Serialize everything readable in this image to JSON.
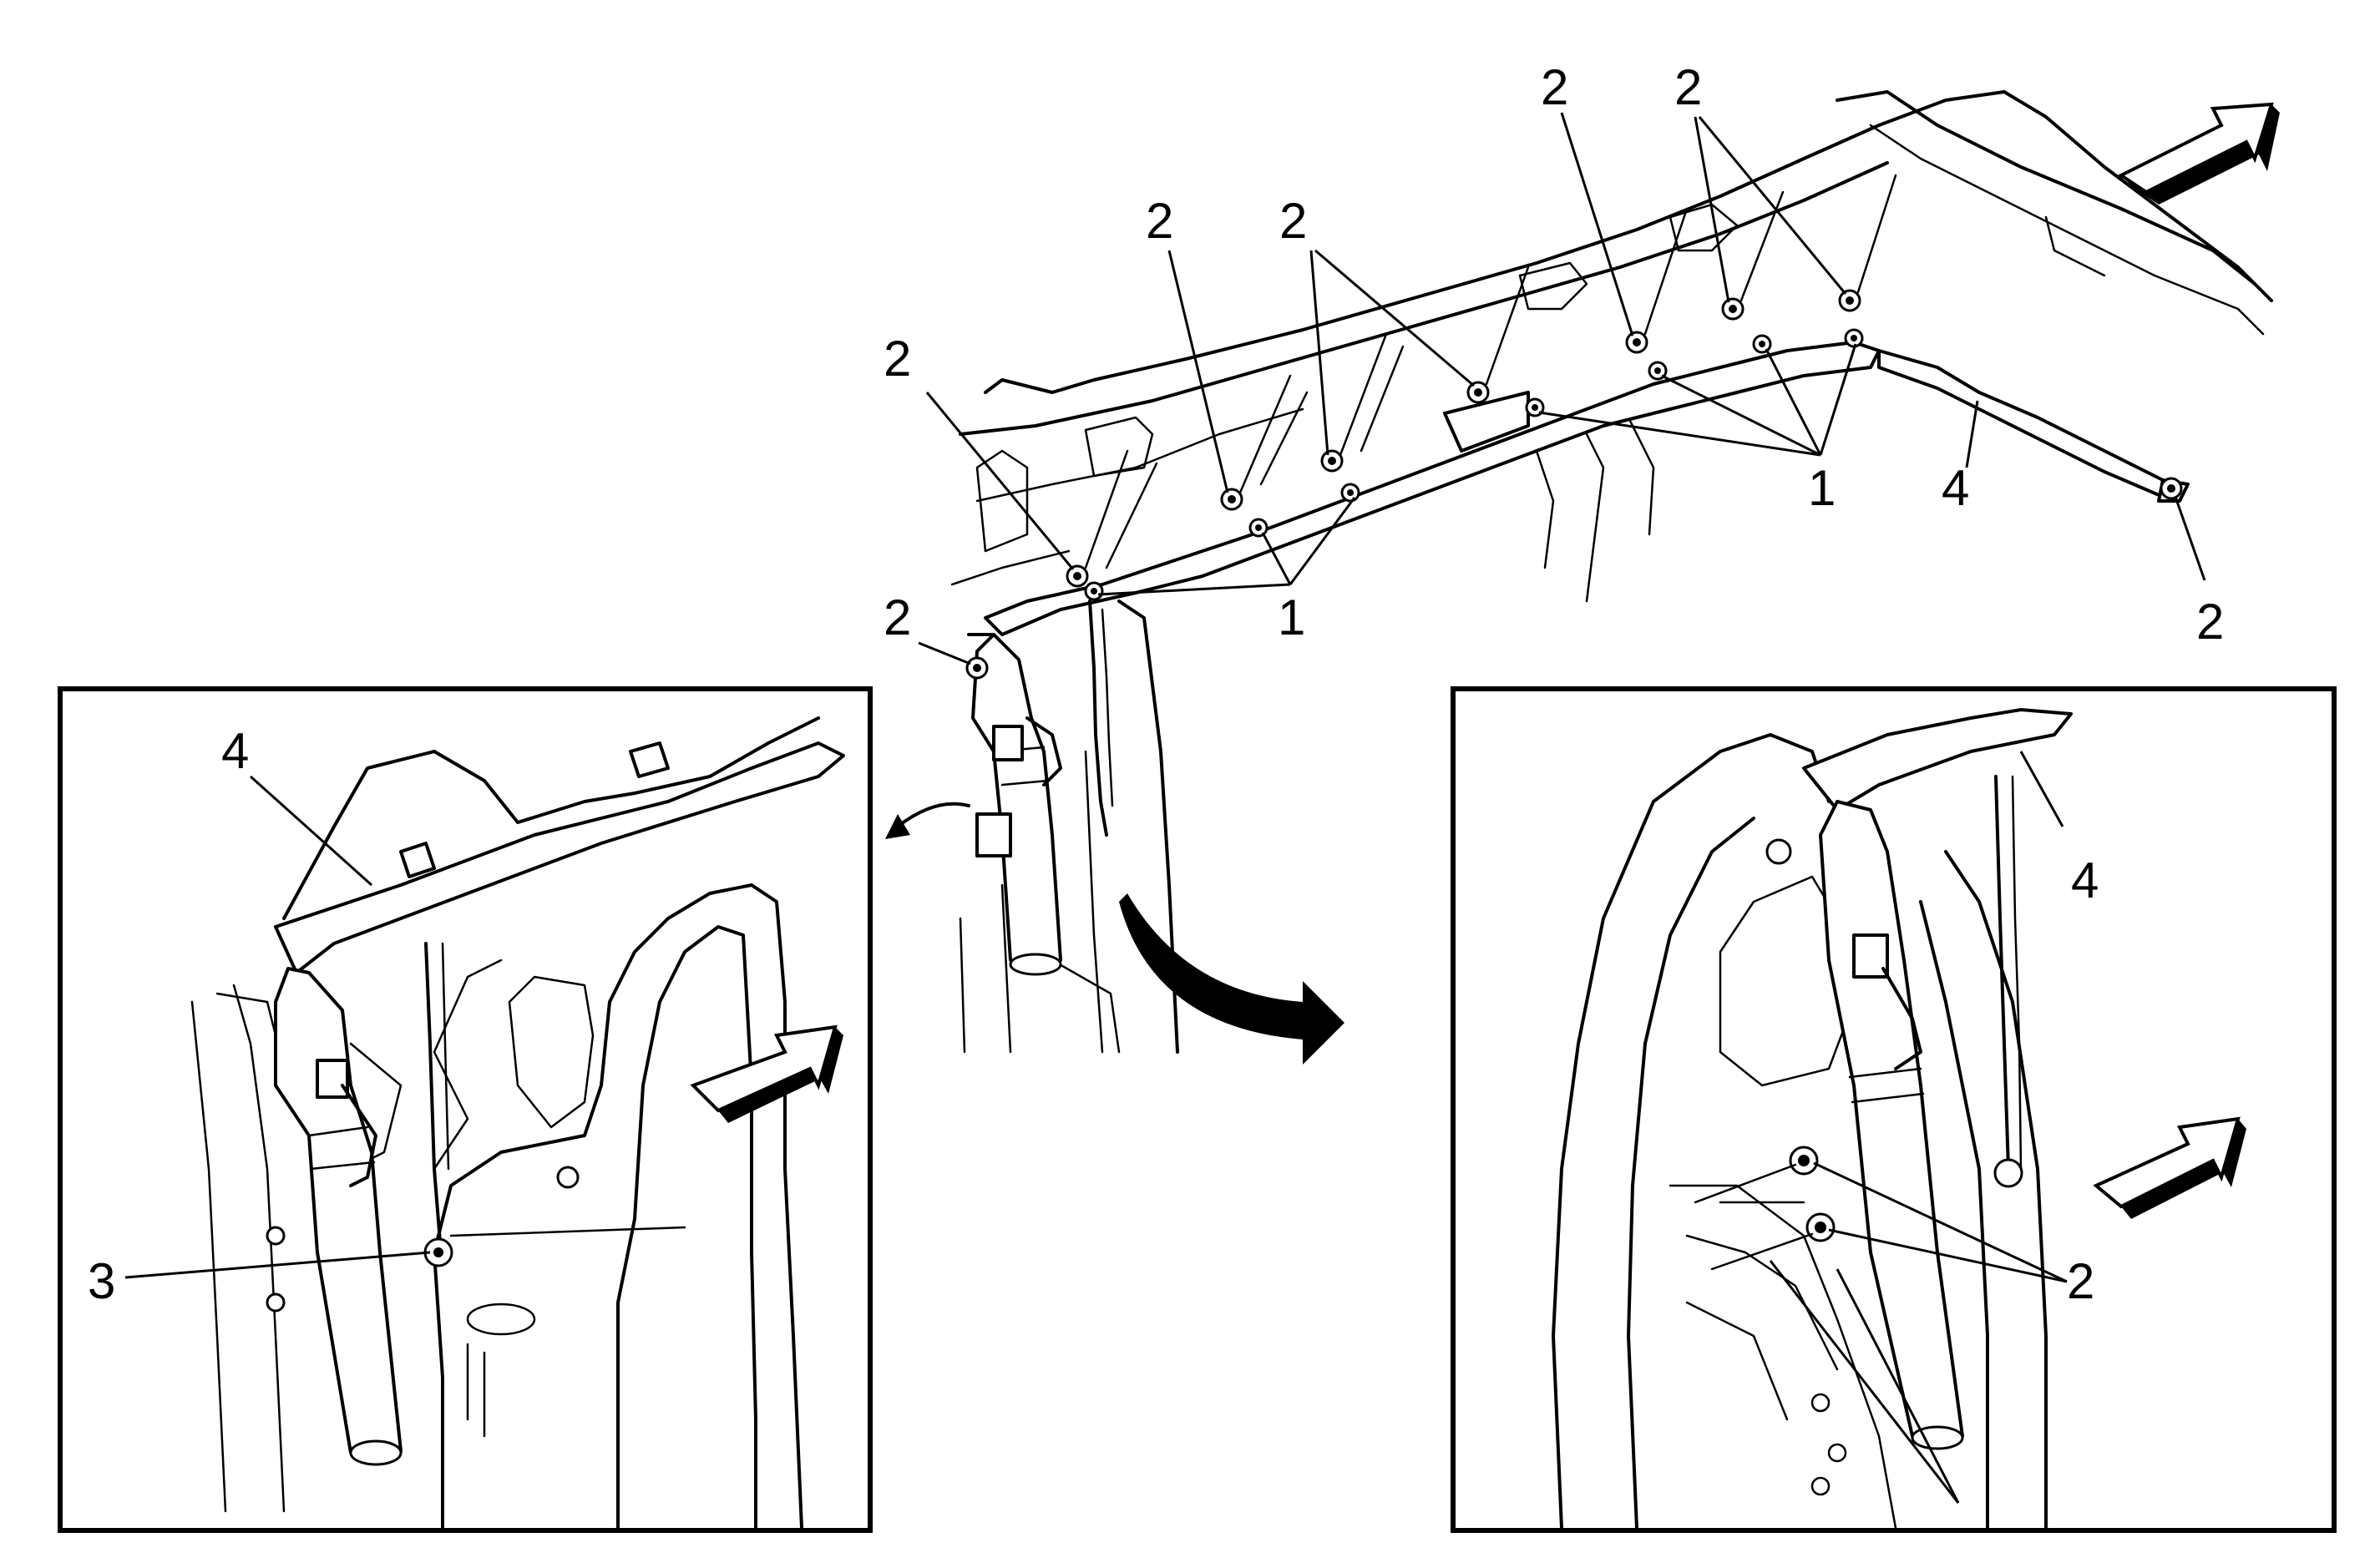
{
  "callouts": {
    "fastener_nut": "1",
    "fastener_bolt": "2",
    "tether_fastener": "3",
    "roof_rail_airbag": "4"
  }
}
